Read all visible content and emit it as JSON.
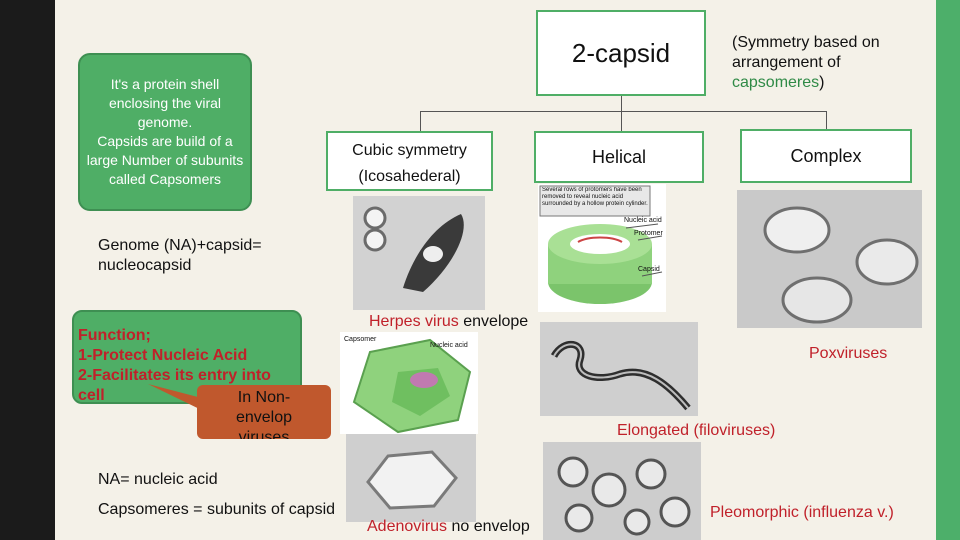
{
  "slide": {
    "capsid_definition": "It's a protein shell enclosing the viral genome.\nCapsids are build of a\nlarge Number of subunits called Capsomers",
    "title": "2-capsid",
    "symmetry_note_prefix": "(Symmetry based on arrangement of ",
    "symmetry_note_keyword": "capsomeres",
    "symmetry_note_suffix": ")",
    "cubic_title": "Cubic symmetry",
    "cubic_subtitle": "(Icosahederal)",
    "helical": "Helical",
    "complex": "Complex",
    "genome_formula": "Genome (NA)+capsid=\nnucleocapsid",
    "function_text": "Function;\n1-Protect Nucleic Acid\n2-Facilitates its entry into cell",
    "callout_text": "In Non-\nenvelop\nviruses",
    "na_def": "NA= nucleic acid",
    "capsomeres_def": "Capsomeres = subunits of capsid",
    "herpes_red": "Herpes virus",
    "herpes_black": " envelope",
    "adeno_red": "Adenovirus",
    "adeno_black": " no envelop",
    "poxviruses": "Poxviruses",
    "elongated": "Elongated (filoviruses)",
    "pleomorphic": "Pleomorphic (influenza v.)",
    "helical_diagram": {
      "caption": "Several rows of protomers have been removed to reveal nucleic acid surrounded by a hollow protein cylinder.",
      "label_nucleic_acid": "Nucleic acid",
      "label_protomer": "Protomer",
      "label_capsid": "Capsid"
    },
    "icosa_diagram": {
      "label_capsomer": "Capsomer",
      "label_nucleic_acid": "Nucleic acid"
    },
    "colors": {
      "accent_green": "#4fae66",
      "red_text": "#c0212a",
      "dark_strip": "#1b1b1b"
    }
  }
}
